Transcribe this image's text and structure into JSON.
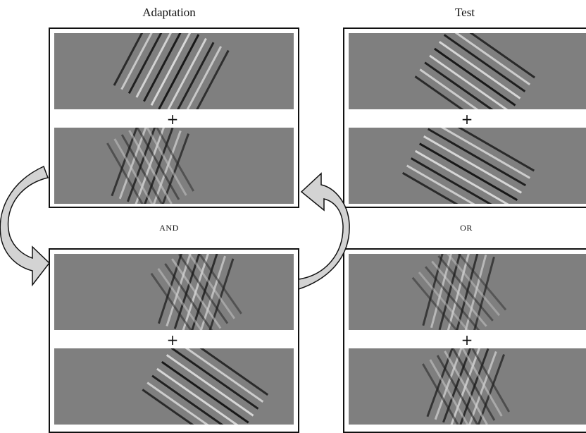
{
  "labels": {
    "left_heading": "Adaptation",
    "right_heading": "Test",
    "left_conjunction": "AND",
    "right_conjunction": "OR",
    "fixation": "+"
  },
  "colors": {
    "background": "#ffffff",
    "patch_gray": "#7f7f7f",
    "frame_stroke": "#111111",
    "arrow_fill": "#d3d3d3"
  },
  "panels": [
    {
      "name": "adaptation-panel-1",
      "top_stimulus": "oriented-grating",
      "bottom_stimulus": "plaid-texture"
    },
    {
      "name": "test-panel-1",
      "top_stimulus": "oriented-grating",
      "bottom_stimulus": "oriented-grating"
    },
    {
      "name": "adaptation-panel-2",
      "top_stimulus": "plaid-texture",
      "bottom_stimulus": "oriented-grating"
    },
    {
      "name": "test-panel-2",
      "top_stimulus": "plaid-texture",
      "bottom_stimulus": "plaid-texture"
    }
  ]
}
